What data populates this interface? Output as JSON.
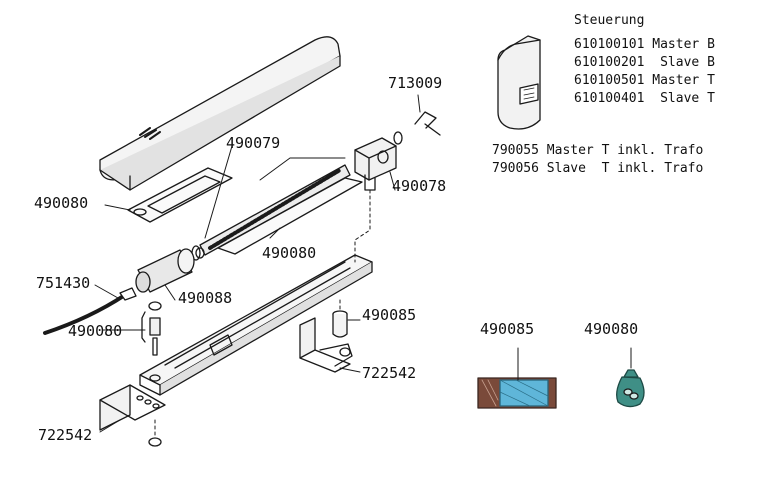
{
  "colors": {
    "line": "#1a1a1a",
    "fill_light": "#f2f2f2",
    "fill_mid": "#d9d9d9",
    "seal_brown": "#7a4a3a",
    "seal_blue": "#5fb6d9",
    "bag_green": "#3f8f86"
  },
  "parts": {
    "p713009": "713009",
    "p490079": "490079",
    "p490078": "490078",
    "p490080_cover": "490080",
    "p490080_rail": "490080",
    "p490080_side": "490080",
    "p751430": "751430",
    "p490088": "490088",
    "p490085": "490085",
    "p722542_mid": "722542",
    "p722542_left": "722542",
    "p490085_sample": "490085",
    "p490080_sample": "490080"
  },
  "control": {
    "title": "Steuerung",
    "rows": [
      {
        "code": "610100101",
        "desc": "Master B"
      },
      {
        "code": "610100201",
        "desc": " Slave B"
      },
      {
        "code": "610100501",
        "desc": "Master T"
      },
      {
        "code": "610100401",
        "desc": " Slave T"
      }
    ]
  },
  "trafo": {
    "rows": [
      {
        "code": "790055",
        "desc": "Master T inkl. Trafo"
      },
      {
        "code": "790056",
        "desc": "Slave  T inkl. Trafo"
      }
    ]
  },
  "icons": {
    "housing": "control-housing-icon",
    "bag": "parts-bag-icon",
    "seal": "seal-strip-icon"
  }
}
